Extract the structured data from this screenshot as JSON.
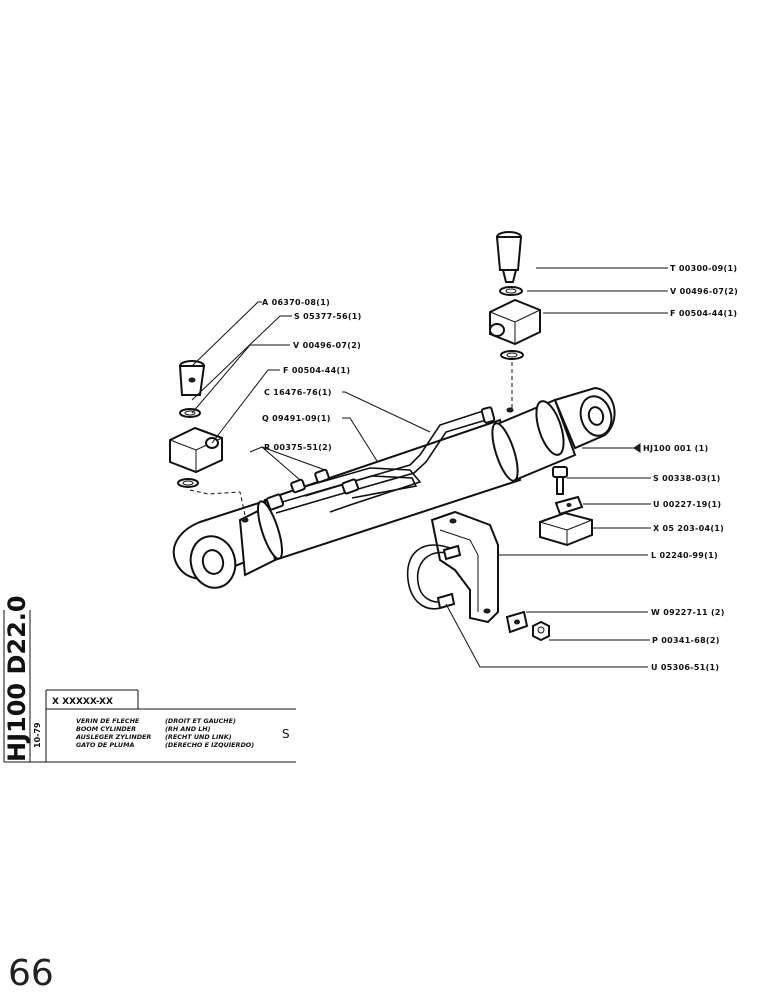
{
  "labels": {
    "t00300": "T 00300-09(1)",
    "v00496_right": "V 00496-07(2)",
    "f00504_right": "F 00504-44(1)",
    "a06370": "A 06370-08(1)",
    "s05377": "S 05377-56(1)",
    "v00496_left": "V 00496-07(2)",
    "f00504_left": "F 00504-44(1)",
    "c16476": "C 16476-76(1)",
    "q09491": "Q 09491-09(1)",
    "r00375": "R 00375-51(2)",
    "hj100": "HJ100 001 (1)",
    "s00338": "S 00338-03(1)",
    "u00227": "U 00227-19(1)",
    "x05203": "X 05 203-04(1)",
    "l02240": "L 02240-99(1)",
    "w09227": "W 09227-11 (2)",
    "p00341": "P 00341-68(2)",
    "u05306": "U 05306-51(1)"
  },
  "title_block": {
    "code": "X XXXXX-XX",
    "rows": [
      {
        "name": "VERIN DE FLECHE",
        "side": "(DROIT ET GAUCHE)"
      },
      {
        "name": "BOOM CYLINDER",
        "side": "(RH AND LH)"
      },
      {
        "name": "AUSLEGER ZYLINDER",
        "side": "(RECHT UND LINK)"
      },
      {
        "name": "GATO DE PLUMA",
        "side": "(DERECHO E IZQUIERDO)"
      }
    ],
    "letter": "S",
    "date": "10-79",
    "side_code": "HJ100 D22.0"
  },
  "handwritten": "66"
}
